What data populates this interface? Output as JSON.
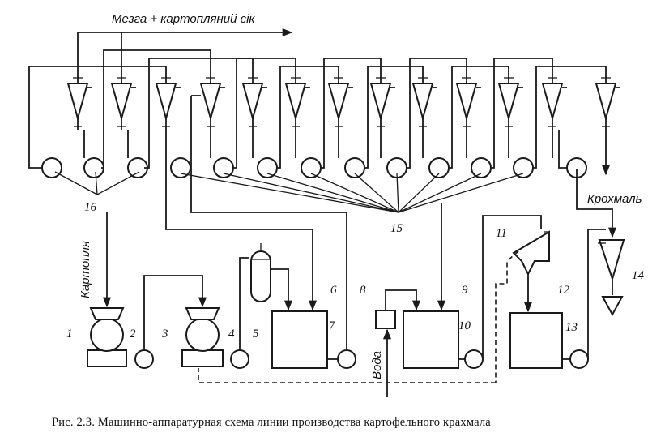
{
  "labels": {
    "top_output": "Мезга + картопляний сік",
    "potato": "Картопля",
    "starch": "Крохмаль",
    "water": "Вода"
  },
  "numbers": {
    "n1": "1",
    "n2": "2",
    "n3": "3",
    "n4": "4",
    "n5": "5",
    "n6": "6",
    "n7": "7",
    "n8": "8",
    "n9": "9",
    "n10": "10",
    "n11": "11",
    "n12": "12",
    "n13": "13",
    "n14": "14",
    "n15": "15",
    "n16": "16"
  },
  "caption": "Рис. 2.3. Машинно-аппаратурная схема линии производства картофельного крахмала"
}
